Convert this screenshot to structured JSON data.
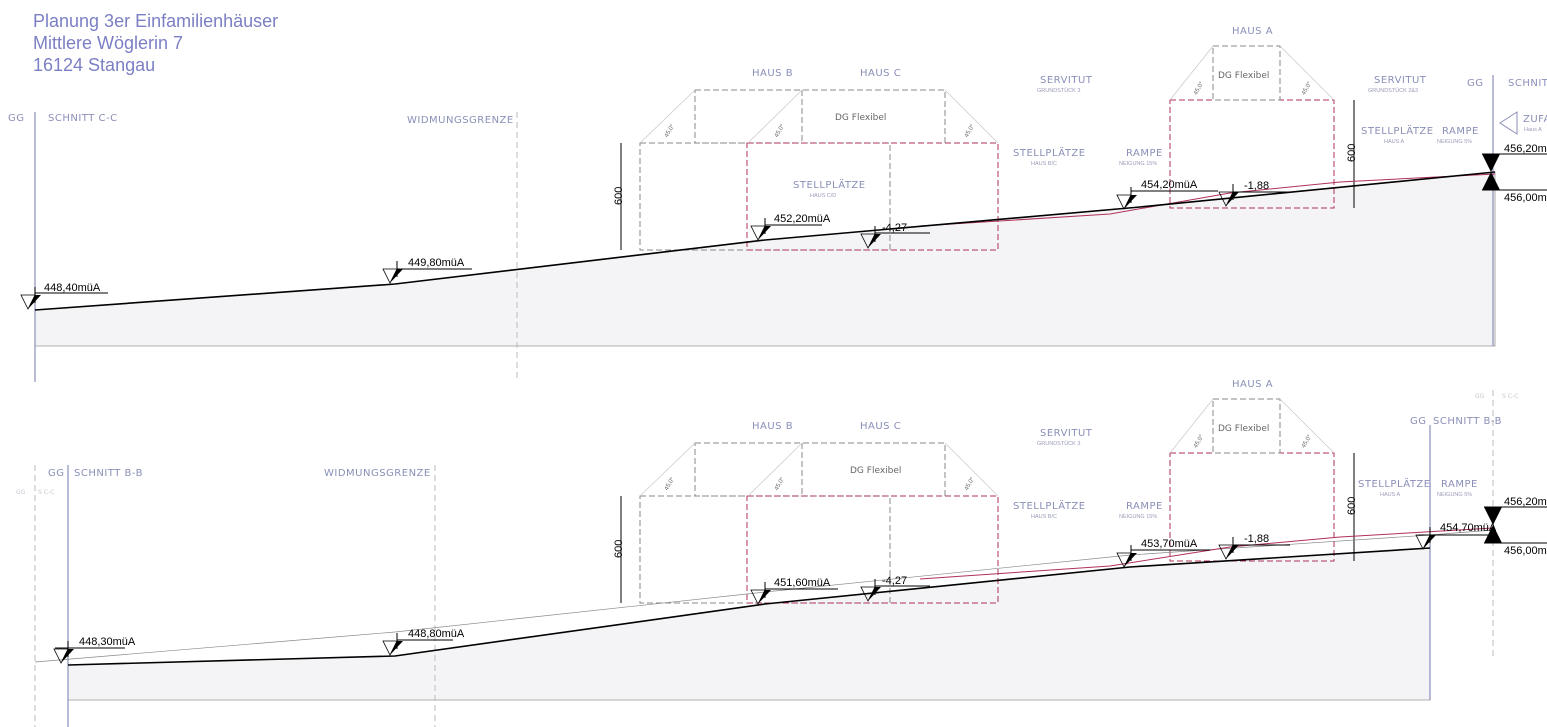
{
  "header": {
    "line1": "Planung 3er Einfamilienhäuser",
    "line2": "Mittlere Wöglerin 7",
    "line3": "16124 Stangau"
  },
  "section_cc": {
    "gg_left": "GG",
    "name": "SCHNITT C-C",
    "widmungsgrenze": "WIDMUNGSGRENZE",
    "haus_b": "HAUS B",
    "haus_c": "HAUS C",
    "haus_a": "HAUS A",
    "dg_flexibel_bc": "DG Flexibel",
    "dg_flexibel_a": "DG Flexibel",
    "servitut1": "SERVITUT",
    "servitut1_sub": "GRUNDSTÜCK 3",
    "servitut2": "SERVITUT",
    "servitut2_sub": "GRUNDSTÜCK 2&3",
    "stellplaetze_cd": "STELLPLÄTZE",
    "stellplaetze_cd_sub": "HAUS C/D",
    "stellplaetze_bc": "STELLPLÄTZE",
    "stellplaetze_bc_sub": "HAUS B/C",
    "rampe1": "RAMPE",
    "rampe1_sub": "NEIGUNG 15%",
    "stellplaetze_a": "STELLPLÄTZE",
    "stellplaetze_a_sub": "HAUS A",
    "rampe2": "RAMPE",
    "rampe2_sub": "NEIGUNG 5%",
    "gg_right": "GG",
    "schnitt_right": "SCHNITT",
    "zufahrt": "ZUFA",
    "zufahrt_sub": "Haus A",
    "dim_bc": "600",
    "dim_a": "600",
    "angle": "45,0°",
    "levels": [
      "448,40müA",
      "449,80müA",
      "452,20müA",
      "-4,27",
      "454,20müA",
      "-1,88",
      "456,20m",
      "456,00m"
    ]
  },
  "section_bb": {
    "gg_left": "GG",
    "name": "SCHNITT B-B",
    "faint_gg": "GG",
    "faint_sc": "S C-C",
    "widmungsgrenze": "WIDMUNGSGRENZE",
    "haus_b": "HAUS B",
    "haus_c": "HAUS C",
    "haus_a": "HAUS A",
    "dg_flexibel_bc": "DG Flexibel",
    "dg_flexibel_a": "DG Flexibel",
    "servitut1": "SERVITUT",
    "servitut1_sub": "GRUNDSTÜCK 3",
    "stellplaetze_bc": "STELLPLÄTZE",
    "stellplaetze_bc_sub": "HAUS B/C",
    "rampe1": "RAMPE",
    "rampe1_sub": "NEIGUNG 15%",
    "stellplaetze_a": "STELLPLÄTZE",
    "stellplaetze_a_sub": "HAUS A",
    "rampe2": "RAMPE",
    "rampe2_sub": "NEIGUNG 5%",
    "gg_right": "GG",
    "schnitt_right": "SCHNITT B-B",
    "faint_gg_right": "GG",
    "faint_sc_right": "S C-C",
    "dim_bc": "600",
    "dim_a": "600",
    "angle": "45,0°",
    "levels": [
      "448,30müA",
      "448,80müA",
      "451,60müA",
      "-4,27",
      "453,70müA",
      "-1,88",
      "454,70müA",
      "456,20m",
      "456,00m"
    ]
  }
}
